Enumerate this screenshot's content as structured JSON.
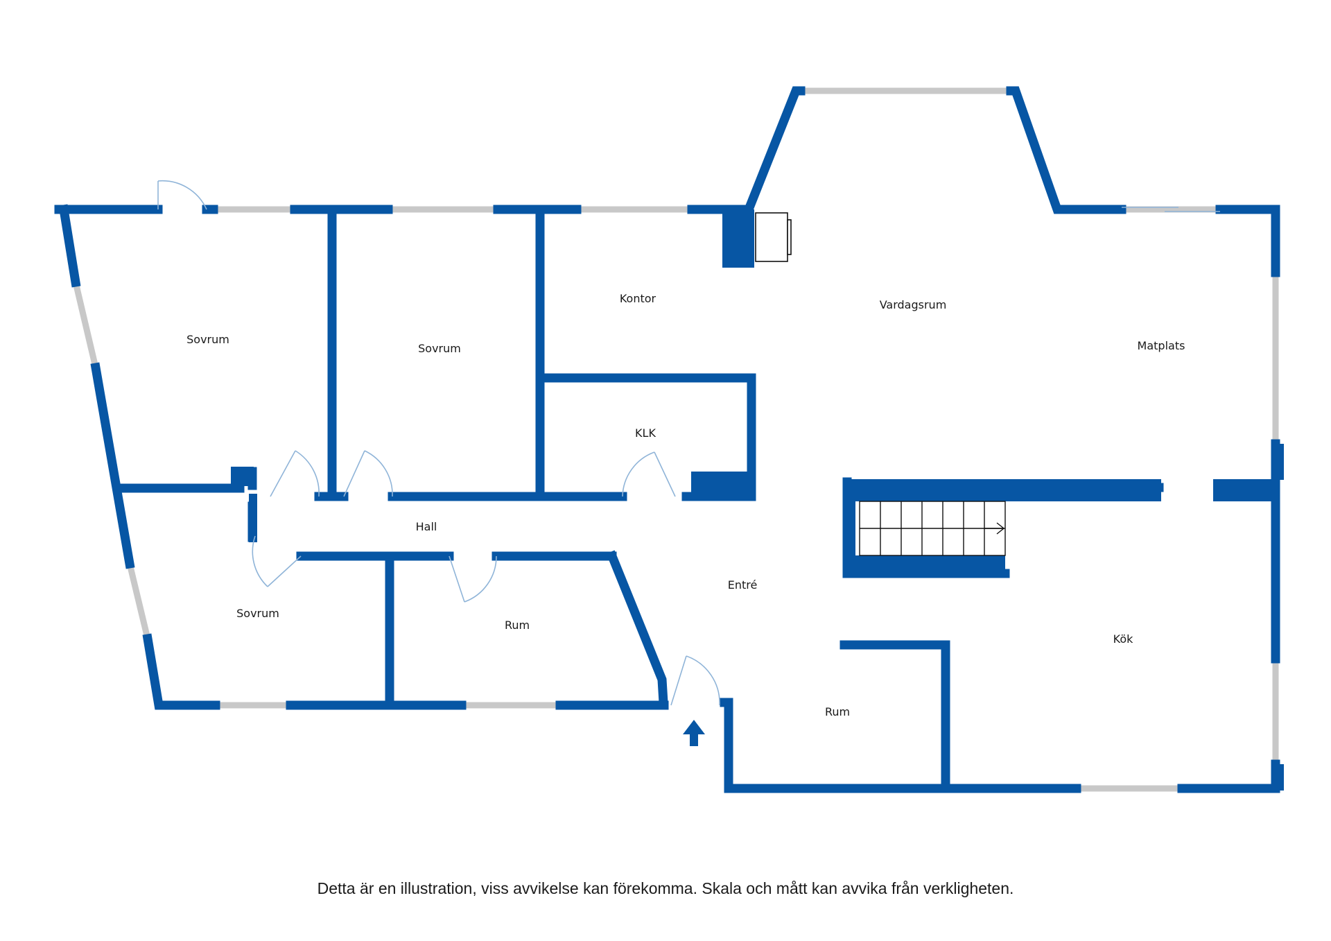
{
  "colors": {
    "wall": "#0756a4",
    "door": "#8fb4d8",
    "window": "#c8c8c8",
    "text": "#1a1a1a",
    "background": "#ffffff"
  },
  "rooms": {
    "sovrum_1": "Sovrum",
    "sovrum_2": "Sovrum",
    "sovrum_3": "Sovrum",
    "kontor": "Kontor",
    "vardagsrum": "Vardagsrum",
    "matplats": "Matplats",
    "klk": "KLK",
    "hall": "Hall",
    "entre": "Entré",
    "rum_1": "Rum",
    "rum_2": "Rum",
    "kok": "Kök"
  },
  "icons": {
    "entrance": "entrance-arrow-icon",
    "fireplace": "fireplace-icon",
    "stairs": "staircase-icon"
  },
  "disclaimer": "Detta är en illustration, viss avvikelse kan förekomma. Skala och mått kan avvika från verkligheten."
}
